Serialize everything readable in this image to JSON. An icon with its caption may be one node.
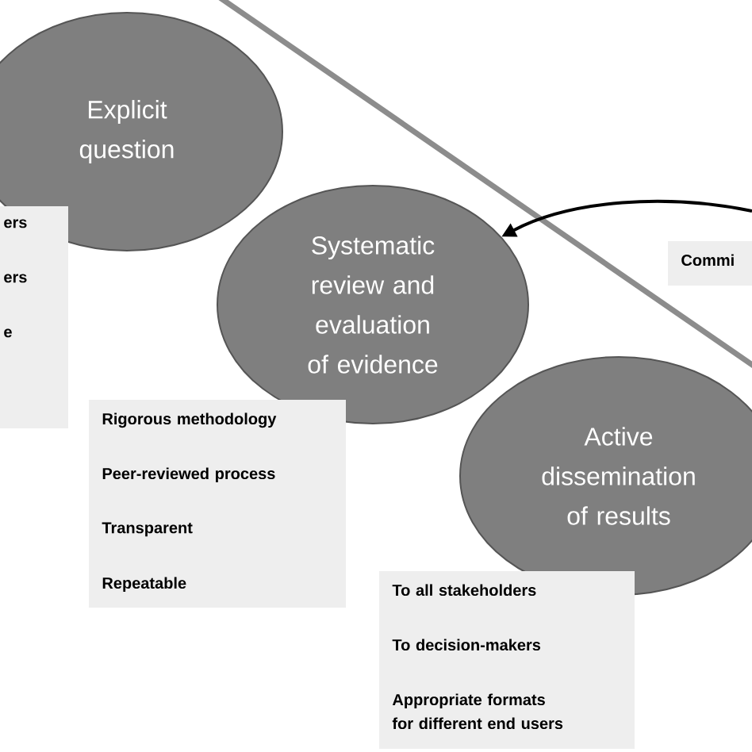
{
  "diagram": {
    "nodes": [
      {
        "text": [
          "Explicit question"
        ]
      },
      {
        "text": [
          "ers",
          "ers",
          "e"
        ]
      },
      {
        "text": [
          "Systematic review and evaluation of evidence"
        ]
      },
      {
        "text": [
          "Commi"
        ]
      },
      {
        "text": [
          "Rigorous methodology",
          "Peer-reviewed process",
          "Transparent",
          "Repeatable"
        ]
      },
      {
        "text": [
          "Active dissemination of results"
        ]
      },
      {
        "text": [
          "To all stakeholders",
          "To decision-makers",
          "Appropriate formats for different end users"
        ]
      }
    ],
    "edges": [
      {
        "from": null,
        "to": 2,
        "arrow": "to"
      }
    ]
  }
}
